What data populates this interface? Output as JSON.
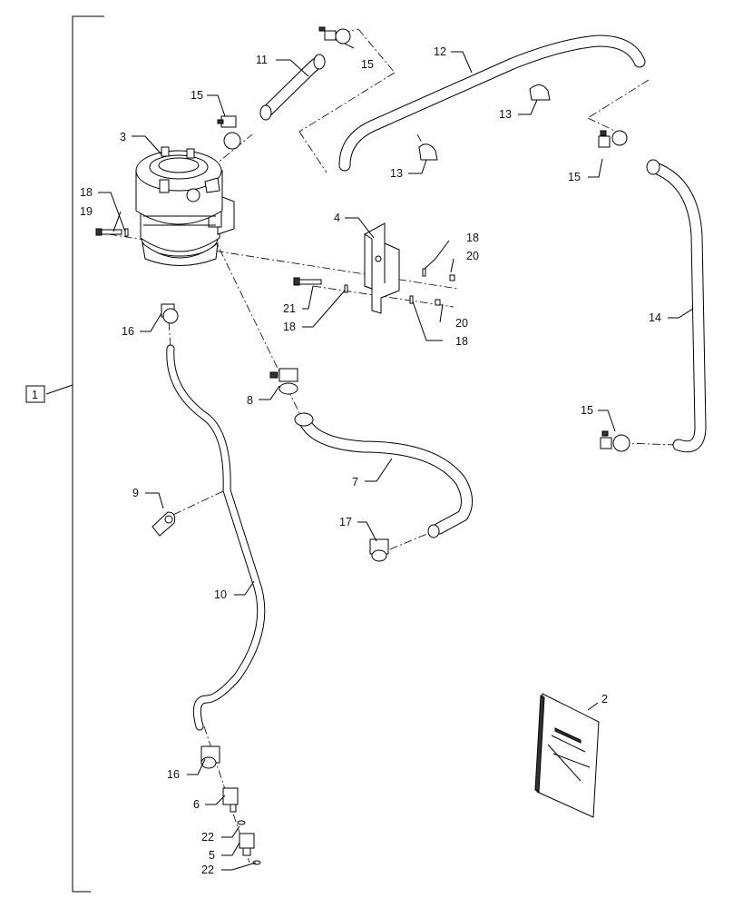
{
  "callouts": {
    "c1": "1",
    "c2": "2",
    "c3": "3",
    "c4": "4",
    "c5": "5",
    "c6": "6",
    "c7": "7",
    "c8": "8",
    "c9": "9",
    "c10": "10",
    "c11": "11",
    "c12": "12",
    "c13a": "13",
    "c13b": "13",
    "c14": "14",
    "c15a": "15",
    "c15b": "15",
    "c15c": "15",
    "c15d": "15",
    "c16a": "16",
    "c16b": "16",
    "c17": "17",
    "c18a": "18",
    "c18b": "18",
    "c18c": "18",
    "c18d": "18",
    "c19": "19",
    "c20a": "20",
    "c20b": "20",
    "c21": "21",
    "c22a": "22",
    "c22b": "22"
  }
}
